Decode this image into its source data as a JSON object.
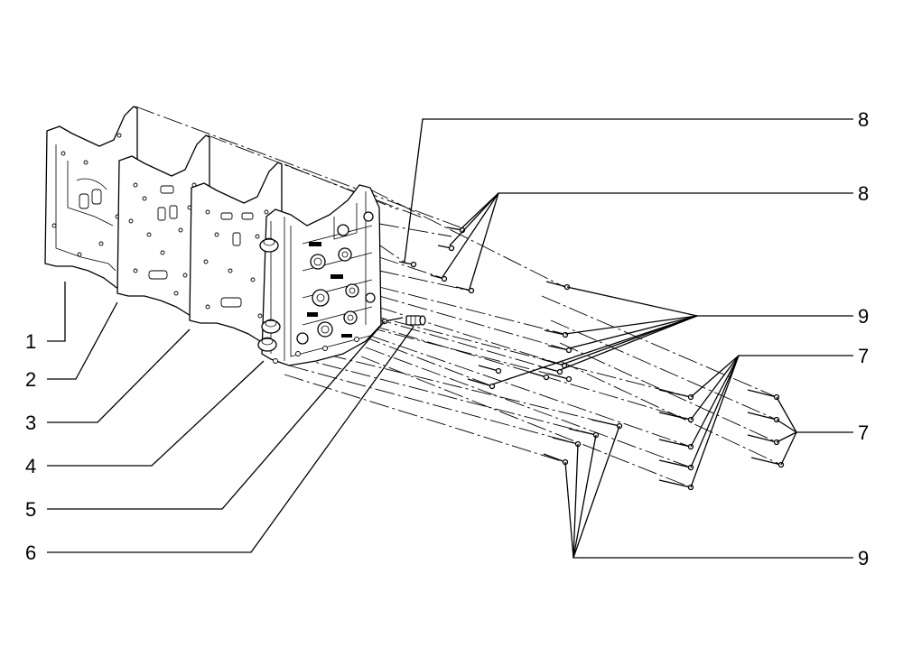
{
  "callouts": [
    {
      "id": "c1",
      "text": "1"
    },
    {
      "id": "c2",
      "text": "2"
    },
    {
      "id": "c3",
      "text": "3"
    },
    {
      "id": "c4",
      "text": "4"
    },
    {
      "id": "c5",
      "text": "5"
    },
    {
      "id": "c6",
      "text": "6"
    },
    {
      "id": "c7a",
      "text": "7"
    },
    {
      "id": "c7b",
      "text": "7"
    },
    {
      "id": "c8a",
      "text": "8"
    },
    {
      "id": "c8b",
      "text": "8"
    },
    {
      "id": "c9a",
      "text": "9"
    },
    {
      "id": "c9b",
      "text": "9"
    }
  ]
}
